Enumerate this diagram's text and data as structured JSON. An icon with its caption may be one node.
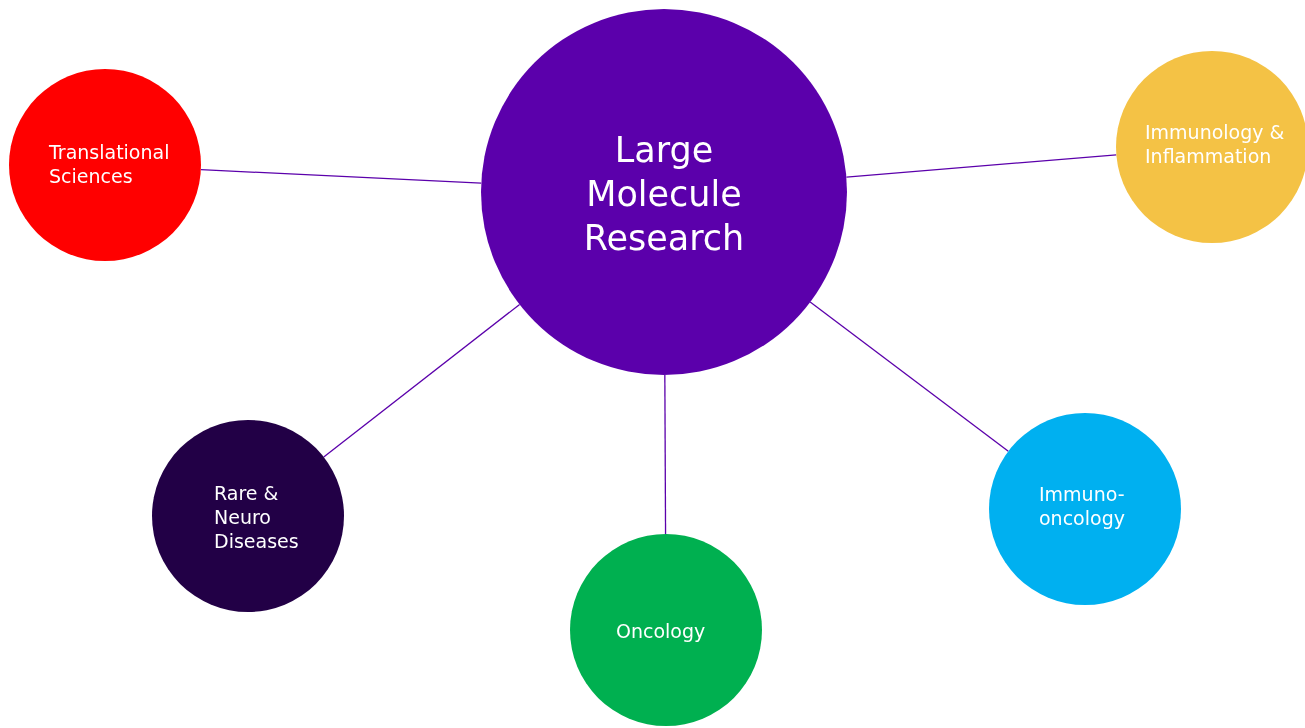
{
  "diagram": {
    "nodes": [
      {
        "text": [
          "Large Molecule Research"
        ]
      },
      {
        "text": [
          "Translational Sciences"
        ]
      },
      {
        "text": [
          "Immunology & Inflammation"
        ]
      },
      {
        "text": [
          "Rare & Neuro Diseases"
        ]
      },
      {
        "text": [
          "Oncology"
        ]
      },
      {
        "text": [
          "Immuno-oncology"
        ]
      }
    ],
    "edges": [
      {
        "from": 0,
        "to": 1,
        "arrow": "none"
      },
      {
        "from": 0,
        "to": 2,
        "arrow": "none"
      },
      {
        "from": 0,
        "to": 3,
        "arrow": "none"
      },
      {
        "from": 0,
        "to": 4,
        "arrow": "none"
      },
      {
        "from": 0,
        "to": 5,
        "arrow": "none"
      }
    ]
  }
}
